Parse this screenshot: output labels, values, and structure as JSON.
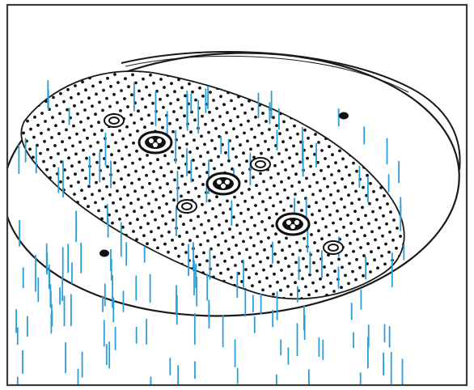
{
  "illustration": {
    "subject": "rain-shower-head-icon",
    "frame_color": "#3a3a3a",
    "outline_color": "#1a1a1a",
    "nozzle_color": "#111111",
    "water_color": "#2a9fd6",
    "background_color": "#ffffff",
    "large_jets": 3,
    "small_jets": 4,
    "mounting_screws": 2
  }
}
